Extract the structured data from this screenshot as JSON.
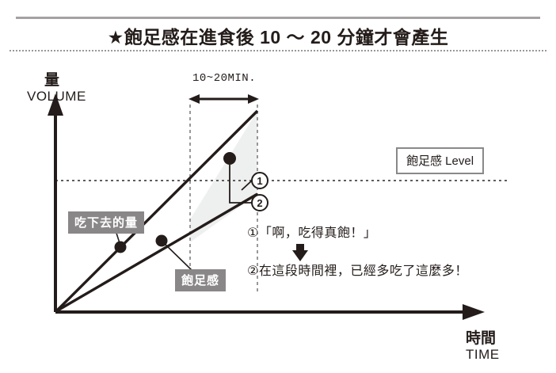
{
  "title": {
    "star": "★",
    "text": "飽足感在進食後 10 ～ 20 分鐘才會產生"
  },
  "axes": {
    "y_label_cn": "量",
    "y_label_en": "VOLUME",
    "x_label_cn": "時間",
    "x_label_en": "TIME"
  },
  "annotations": {
    "duration_label": "10~20MIN.",
    "level_box": "飽足感 Level",
    "tag_eaten": "吃下去的量",
    "tag_satiety": "飽足感",
    "marker_1": "1",
    "marker_2": "2",
    "note_1": "①「啊，吃得真飽！」",
    "note_2": "②在這段時間裡，已經多吃了這麼多！"
  },
  "colors": {
    "ink": "#231c1a",
    "gray_rule": "#a5a2a3",
    "tag_bg": "#8a8788",
    "box_border": "#8b8889",
    "shade": "#eef0ef"
  },
  "chart_data": {
    "type": "line",
    "title": "飽足感在進食後 10 ～ 20 分鐘才會產生",
    "xlabel": "時間 / TIME",
    "ylabel": "量 / VOLUME",
    "grid": false,
    "legend": "none",
    "xlim": [
      0,
      100
    ],
    "ylim": [
      0,
      100
    ],
    "series": [
      {
        "name": "吃下去的量",
        "label_cn": "吃下去的量",
        "x": [
          0,
          100
        ],
        "y": [
          0,
          100
        ],
        "marker_point": {
          "x": 29,
          "y": 29,
          "label": "吃下去的量"
        }
      },
      {
        "name": "飽足感",
        "label_cn": "飽足感",
        "x": [
          0,
          100
        ],
        "y": [
          0,
          72
        ],
        "marker_point": {
          "x": 42,
          "y": 30,
          "label": "飽足感"
        }
      }
    ],
    "annotations": [
      {
        "type": "hline",
        "y": 62,
        "label": "飽足感 Level",
        "style": "dotted"
      },
      {
        "type": "vline",
        "x": 57,
        "style": "dashed"
      },
      {
        "type": "vline",
        "x": 100,
        "style": "dashed"
      },
      {
        "type": "span_arrow",
        "x0": 57,
        "x1": 100,
        "label": "10~20MIN."
      },
      {
        "type": "shaded_region",
        "between": [
          "吃下去的量",
          "飽足感"
        ],
        "x0": 57,
        "x1": 100
      },
      {
        "type": "callout",
        "id": "1",
        "text": "①「啊，吃得真飽！」"
      },
      {
        "type": "callout",
        "id": "2",
        "text": "②在這段時間裡，已經多吃了這麼多！"
      }
    ]
  }
}
